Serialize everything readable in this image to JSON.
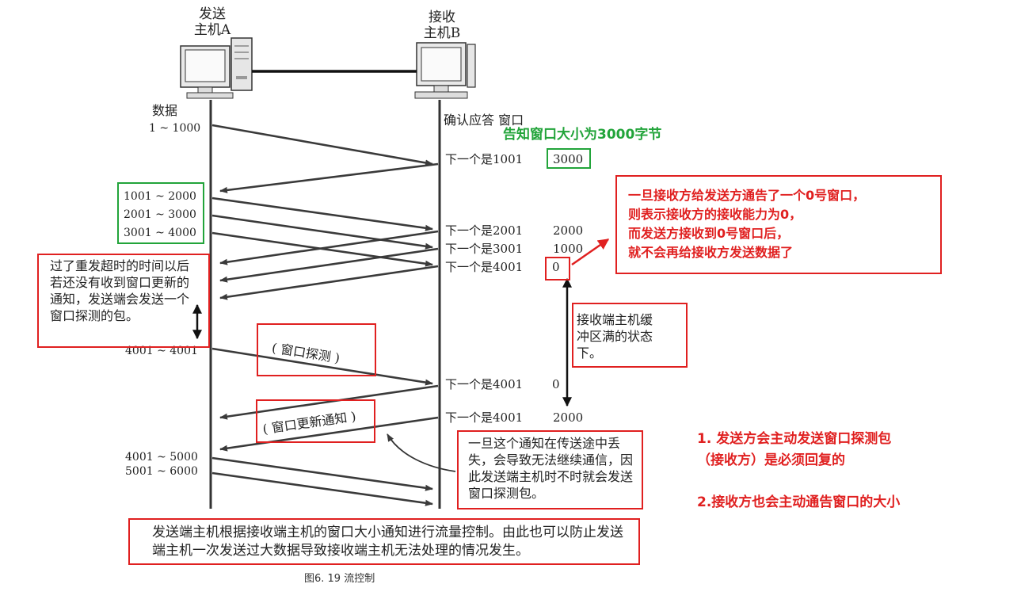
{
  "hosts": {
    "sender": [
      "发送",
      "主机A"
    ],
    "receiver": [
      "接收",
      "主机B"
    ]
  },
  "column_headers": {
    "sender_data": "数据",
    "receiver_ack_window": "确认应答 窗口"
  },
  "sender_segments": [
    {
      "label": "1 ~ 1000"
    },
    {
      "label": "1001 ~ 2000"
    },
    {
      "label": "2001 ~ 3000"
    },
    {
      "label": "3001 ~ 4000"
    },
    {
      "label": "4001 ~ 4001"
    },
    {
      "label": "4001 ~ 5000"
    },
    {
      "label": "5001 ~ 6000"
    }
  ],
  "receiver_acks": [
    {
      "ack": "下一个是1001",
      "window": "3000"
    },
    {
      "ack": "下一个是2001",
      "window": "2000"
    },
    {
      "ack": "下一个是3001",
      "window": "1000"
    },
    {
      "ack": "下一个是4001",
      "window": "0"
    },
    {
      "ack": "下一个是4001",
      "window": "0"
    },
    {
      "ack": "下一个是4001",
      "window": "2000"
    }
  ],
  "labels": {
    "window_probe": "( 窗口探测 )",
    "window_update": "( 窗口更新通知 )"
  },
  "annotations": {
    "green_window_note": "告知窗口大小为3000字节",
    "red_zero_window_note": [
      "一旦接收方给发送方通告了一个0号窗口，",
      "则表示接收方的接收能力为0，",
      "而发送方接收到0号窗口后，",
      "就不会再给接收方发送数据了"
    ],
    "left_retransmit_note": "过了重发超时的时间以后若还没有收到窗口更新的通知，发送端会发送一个窗口探测的包。",
    "buffer_full_note": "接收端主机缓冲区满的状态下。",
    "lost_notice_note": "一旦这个通知在传送途中丢失，会导致无法继续通信，因此发送端主机时不时就会发送窗口探测包。",
    "bottom_summary": "发送端主机根据接收端主机的窗口大小通知进行流量控制。由此也可以防止发送端主机一次发送过大数据导致接收端主机无法处理的情况发生。",
    "right_point_1": [
      "1. 发送方会主动发送窗口探测包",
      "（接收方）是必须回复的"
    ],
    "right_point_2": "2.接收方也会主动通告窗口的大小"
  },
  "caption": "图6. 19   流控制",
  "colors": {
    "red": "#e02020",
    "green": "#22a43a",
    "line": "#3a3a3a"
  }
}
